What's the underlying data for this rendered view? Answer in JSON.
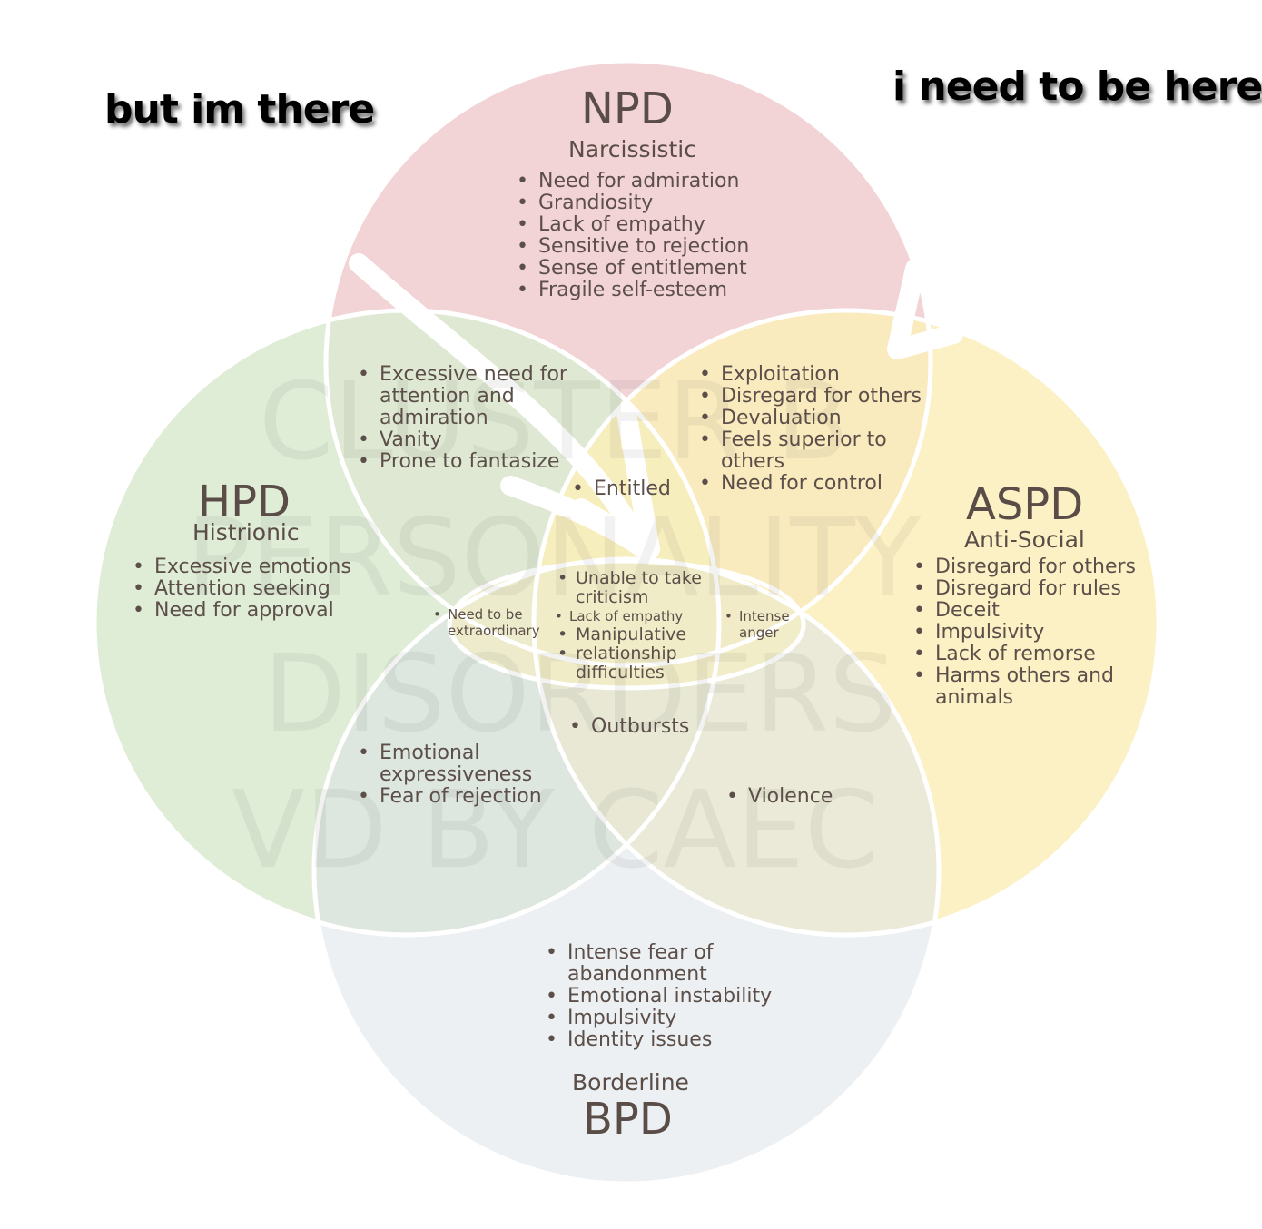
{
  "meme": {
    "left_caption": "but im there",
    "right_caption": "i need to be here"
  },
  "watermark": [
    "CLUSTER B",
    "PERSONALITY",
    "DISORDERS",
    "VD BY CAEC"
  ],
  "circles": {
    "npd": {
      "title": "NPD",
      "subtitle": "Narcissistic",
      "color": "#f2d3d6",
      "items": [
        "Need for admiration",
        "Grandiosity",
        "Lack of empathy",
        "Sensitive to rejection",
        "Sense of entitlement",
        "Fragile self-esteem"
      ]
    },
    "hpd": {
      "title": "HPD",
      "subtitle": "Histrionic",
      "color": "#dcead2",
      "items": [
        "Excessive emotions",
        "Attention seeking",
        "Need for approval"
      ]
    },
    "aspd": {
      "title": "ASPD",
      "subtitle": "Anti-Social",
      "color": "#fbeebb",
      "items": [
        "Disregard for others",
        "Disregard for rules",
        "Deceit",
        "Impulsivity",
        "Lack of remorse",
        "Harms others and animals"
      ]
    },
    "bpd": {
      "title": "BPD",
      "subtitle": "Borderline",
      "color": "#dde3e8",
      "items": [
        "Intense fear of abandonment",
        "Emotional instability",
        "Impulsivity",
        "Identity issues"
      ]
    }
  },
  "overlaps": {
    "npd_hpd": [
      "Excessive need for attention and admiration",
      "Vanity",
      "Prone to fantasize"
    ],
    "npd_aspd": [
      "Exploitation",
      "Disregard for others",
      "Devaluation",
      "Feels superior to others",
      "Need for control"
    ],
    "npd_center": [
      "Entitled"
    ],
    "center": [
      "Unable to take criticism",
      "Lack of empathy",
      "Manipulative",
      "relationship difficulties"
    ],
    "hpd_npd_bpd": [
      "Need to be extraordinary"
    ],
    "aspd_npd_bpd": [
      "Intense anger"
    ],
    "hpd_bpd": [
      "Emotional expressiveness",
      "Fear of rejection"
    ],
    "lower_center": [
      "Outbursts"
    ],
    "aspd_bpd": [
      "Violence"
    ]
  }
}
